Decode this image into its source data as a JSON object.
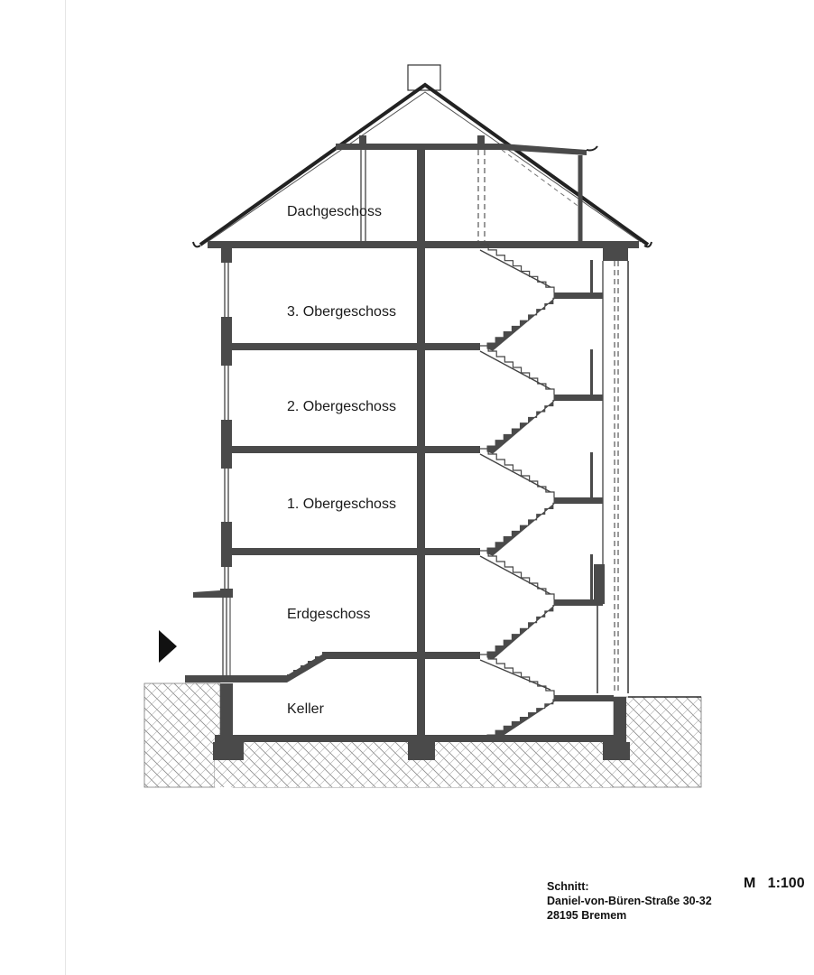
{
  "floors": {
    "attic": "Dachgeschoss",
    "third": "3. Obergeschoss",
    "second": "2. Obergeschoss",
    "first": "1. Obergeschoss",
    "ground": "Erdgeschoss",
    "basement": "Keller"
  },
  "title_block": {
    "heading": "Schnitt:",
    "street": "Daniel-von-Büren-Straße 30-32",
    "city": "28195 Bremem",
    "scale": "M   1:100"
  },
  "colors": {
    "concrete": "#4a4a4a",
    "line": "#2b2b2b",
    "ground_hatch": "#8a8a8a"
  }
}
